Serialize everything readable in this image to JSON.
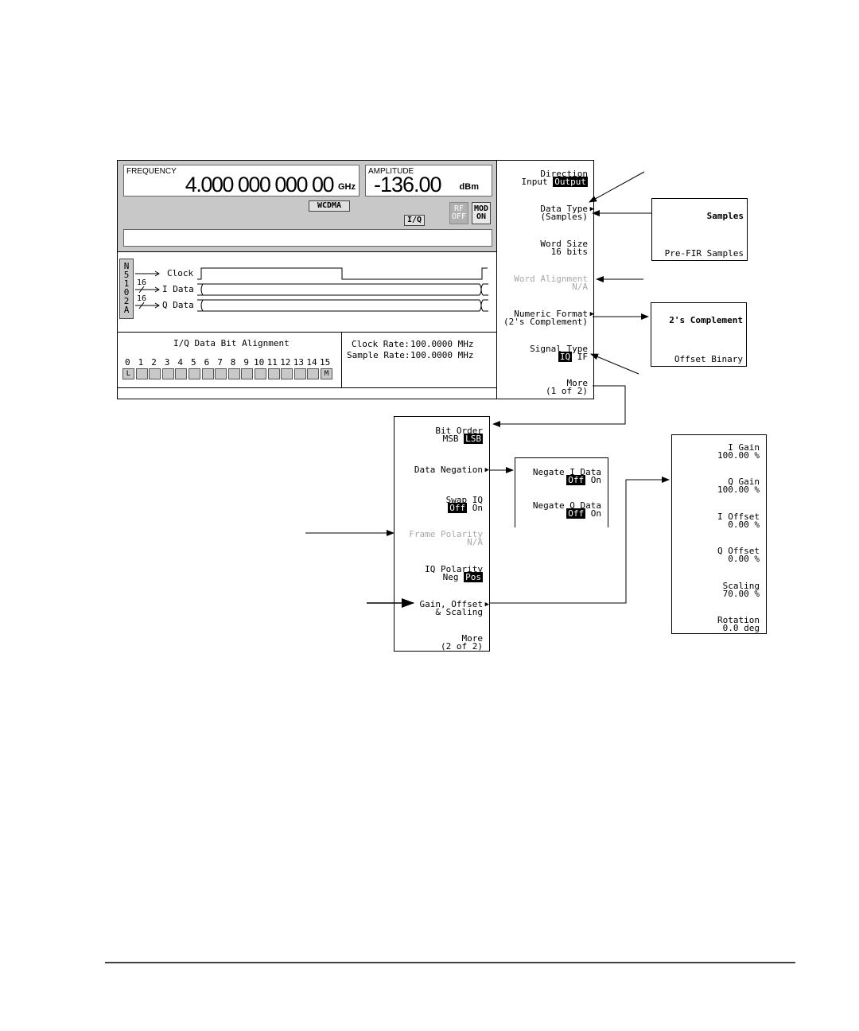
{
  "status": {
    "frequency_label": "FREQUENCY",
    "frequency_value": "4.000 000 000 00",
    "frequency_unit": "GHz",
    "amplitude_label": "AMPLITUDE",
    "amplitude_value": "-136.00",
    "amplitude_unit": "dBm",
    "wcdma_badge": "WCDMA",
    "iq_badge": "I/Q",
    "rf_off_l1": "RF",
    "rf_off_l2": "OFF",
    "mod_on_l1": "MOD",
    "mod_on_l2": "ON"
  },
  "timing": {
    "device_label": "N5102A",
    "clock_label": "Clock",
    "i_label": "I Data",
    "q_label": "Q Data",
    "i_width": "16",
    "q_width": "16"
  },
  "bit_alignment": {
    "title": "I/Q Data Bit Alignment",
    "bits": [
      "0",
      "1",
      "2",
      "3",
      "4",
      "5",
      "6",
      "7",
      "8",
      "9",
      "10",
      "11",
      "12",
      "13",
      "14",
      "15"
    ],
    "lsb_marker": "L",
    "msb_marker": "M"
  },
  "rates": {
    "clock_label": "Clock Rate:",
    "clock_value": "100.0000 MHz",
    "sample_label": "Sample Rate:",
    "sample_value": "100.0000 MHz"
  },
  "softkeys_page1": {
    "direction": {
      "l1": "Direction",
      "l2a": "Input ",
      "l2b": "Output"
    },
    "data_type": {
      "l1": "Data Type",
      "l2": "(Samples)"
    },
    "word_size": {
      "l1": "Word Size",
      "l2": "16 bits"
    },
    "word_alignment": {
      "l1": "Word Alignment",
      "l2": "N/A"
    },
    "numeric_format": {
      "l1": "Numeric Format",
      "l2": "(2's Complement)"
    },
    "signal_type": {
      "l1": "Signal Type",
      "l2a": "IQ",
      "l2b": " IF"
    },
    "more": {
      "l1": "More",
      "l2": "(1 of 2)"
    }
  },
  "data_type_menu": {
    "option1": "Samples",
    "option2": "Pre-FIR Samples"
  },
  "numeric_format_menu": {
    "option1": "2's Complement",
    "option2": "Offset Binary"
  },
  "softkeys_page2": {
    "bit_order": {
      "l1": "Bit Order",
      "l2a": "MSB ",
      "l2b": "LSB"
    },
    "data_negation": {
      "l1": "Data Negation"
    },
    "swap_iq": {
      "l1": "Swap IQ",
      "l2a": "Off",
      "l2b": " On"
    },
    "frame_polarity": {
      "l1": "Frame Polarity",
      "l2": "N/A"
    },
    "iq_polarity": {
      "l1": "IQ Polarity",
      "l2a": "Neg ",
      "l2b": "Pos"
    },
    "gain_offset": {
      "l1": "Gain, Offset",
      "l2": "& Scaling"
    },
    "more": {
      "l1": "More",
      "l2": "(2 of 2)"
    }
  },
  "negation_menu": {
    "negate_i": {
      "l1": "Negate I Data",
      "l2a": "Off",
      "l2b": " On"
    },
    "negate_q": {
      "l1": "Negate Q Data",
      "l2a": "Off",
      "l2b": " On"
    }
  },
  "gain_menu": {
    "i_gain": {
      "l1": "I Gain",
      "l2": "100.00 %"
    },
    "q_gain": {
      "l1": "Q Gain",
      "l2": "100.00 %"
    },
    "i_offset": {
      "l1": "I Offset",
      "l2": "0.00 %"
    },
    "q_offset": {
      "l1": "Q Offset",
      "l2": "0.00 %"
    },
    "scaling": {
      "l1": "Scaling",
      "l2": "70.00 %"
    },
    "rotation": {
      "l1": "Rotation",
      "l2": "0.0 deg"
    }
  },
  "colors": {
    "panel_gray": "#c8c8c8",
    "dim_text": "#a8a8a8",
    "screen_bg": "#ffffff"
  }
}
